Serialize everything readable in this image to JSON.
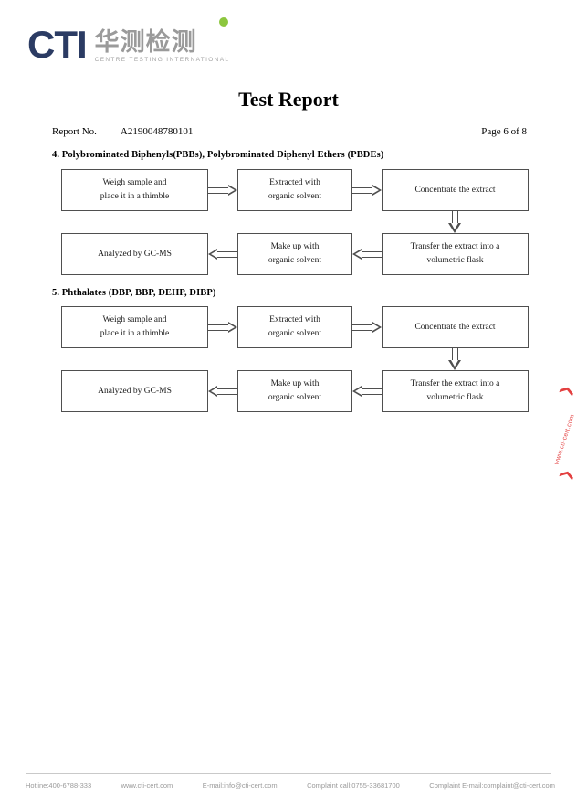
{
  "logo": {
    "abbr": "CTI",
    "chinese": "华测检测",
    "tagline": "CENTRE TESTING INTERNATIONAL",
    "accent_blue": "#2b3b63",
    "accent_green": "#8cc63e",
    "gray": "#9a9a9a"
  },
  "header": {
    "title": "Test Report",
    "report_label": "Report No.",
    "report_value": "A2190048780101",
    "page_label": "Page 6 of 8"
  },
  "sections": [
    {
      "heading": "4. Polybrominated Biphenyls(PBBs), Polybrominated Diphenyl Ethers (PBDEs)",
      "flow": {
        "boxes": [
          {
            "id": "weigh-sample",
            "lines": [
              "Weigh sample and",
              "place it in a thimble"
            ]
          },
          {
            "id": "extracted-solvent",
            "lines": [
              "Extracted with",
              "organic solvent"
            ]
          },
          {
            "id": "concentrate-extract",
            "lines": [
              "Concentrate the extract"
            ]
          },
          {
            "id": "transfer-flask",
            "lines": [
              "Transfer the extract into a",
              "volumetric flask"
            ]
          },
          {
            "id": "make-up-solvent",
            "lines": [
              "Make up with",
              "organic solvent"
            ]
          },
          {
            "id": "analyzed-gcms",
            "lines": [
              "Analyzed by GC-MS"
            ]
          }
        ]
      }
    },
    {
      "heading": "5. Phthalates (DBP, BBP, DEHP, DIBP)",
      "flow": {
        "boxes": [
          {
            "id": "weigh-sample",
            "lines": [
              "Weigh sample and",
              "place it in a thimble"
            ]
          },
          {
            "id": "extracted-solvent",
            "lines": [
              "Extracted with",
              "organic solvent"
            ]
          },
          {
            "id": "concentrate-extract",
            "lines": [
              "Concentrate the extract"
            ]
          },
          {
            "id": "transfer-flask",
            "lines": [
              "Transfer the extract into a",
              "volumetric flask"
            ]
          },
          {
            "id": "make-up-solvent",
            "lines": [
              "Make up with",
              "organic solvent"
            ]
          },
          {
            "id": "analyzed-gcms",
            "lines": [
              "Analyzed by GC-MS"
            ]
          }
        ]
      }
    }
  ],
  "watermark": {
    "text": "www.cti-cert.com",
    "color": "#e02b2b",
    "mark_top": "❯",
    "mark_bottom": "❯"
  },
  "footer": {
    "hotline": "Hotline:400-6788-333",
    "website": "www.cti-cert.com",
    "email": "E-mail:info@cti-cert.com",
    "complaint_call": "Complaint call:0755-33681700",
    "complaint_email": "Complaint E-mail:complaint@cti-cert.com"
  }
}
